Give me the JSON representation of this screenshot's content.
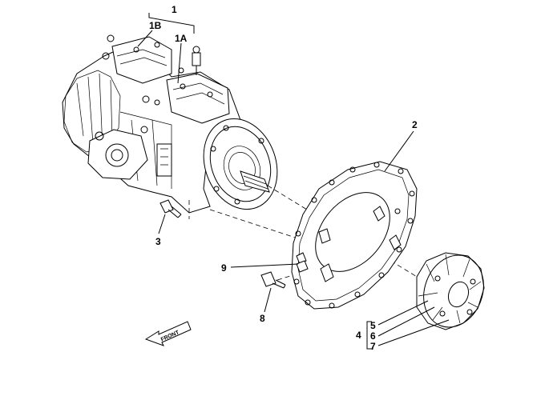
{
  "callouts": {
    "c1": "1",
    "c1a": "1A",
    "c1b": "1B",
    "c2": "2",
    "c3": "3",
    "c4": "4",
    "c5": "5",
    "c6": "6",
    "c7": "7",
    "c8": "8",
    "c9": "9"
  },
  "front_arrow": "FRONT"
}
